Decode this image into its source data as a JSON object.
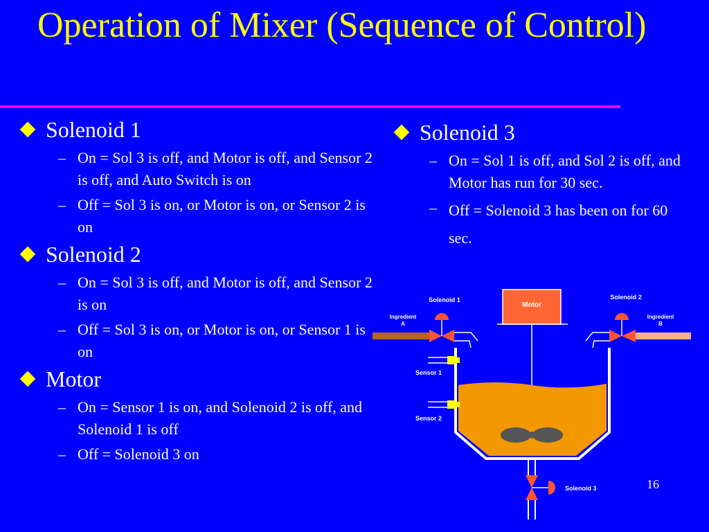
{
  "slide": {
    "title": "Operation of Mixer (Sequence of Control)",
    "page_number": "16"
  },
  "left_column": [
    {
      "heading": "Solenoid 1",
      "items": [
        "On  = Sol 3 is off, and Motor is off, and Sensor 2 is off, and Auto Switch is on",
        "Off  = Sol 3 is on, or Motor is on, or Sensor 2 is on"
      ]
    },
    {
      "heading": "Solenoid 2",
      "items": [
        "On  = Sol 3 is off, and Motor is off, and Sensor 2 is on",
        "Off  = Sol 3 is on, or Motor is on, or Sensor 1 is on"
      ]
    },
    {
      "heading": "Motor",
      "items": [
        "On  = Sensor 1 is on, and Solenoid 2 is off, and Solenoid 1 is off",
        "Off  = Solenoid 3 on"
      ]
    }
  ],
  "right_column": {
    "heading": "Solenoid 3",
    "items": [
      "On  = Sol 1 is off, and Sol 2 is off, and Motor has run for 30 sec.",
      "Off  = Solenoid 3 has been on for 60 sec."
    ]
  },
  "diagram": {
    "labels": {
      "solenoid1": "Solenoid 1",
      "solenoid2": "Solenoid 2",
      "solenoid3": "Solenoid 3",
      "motor": "Motor",
      "ingredient_a_line1": "Ingredient",
      "ingredient_a_line2": "A",
      "ingredient_b_line1": "Ingredient",
      "ingredient_b_line2": "B",
      "sensor1": "Sensor 1",
      "sensor2": "Sensor 2"
    },
    "colors": {
      "background": "#0000ff",
      "title": "#ffff00",
      "rule": "#ff00ff",
      "bullet": "#ffff00",
      "liquid": "#f39800",
      "motor_box": "#ff6633",
      "valve": "#ff5533",
      "pipe_a": "#b5651d",
      "pipe_b": "#f4b183",
      "sensor": "#ffff00",
      "tank_wall": "#ffffff",
      "impeller": "#555555"
    }
  }
}
